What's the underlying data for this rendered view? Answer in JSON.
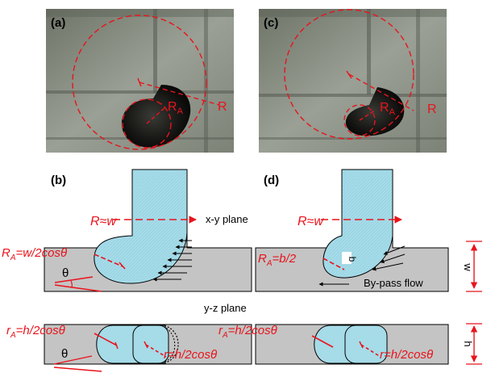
{
  "panels": {
    "a": {
      "label": "(a)"
    },
    "b": {
      "label": "(b)"
    },
    "c": {
      "label": "(c)"
    },
    "d": {
      "label": "(d)"
    }
  },
  "photo_annotations": {
    "a": {
      "r_a_main": "R",
      "r_a_sub": "A",
      "r": "R"
    },
    "c": {
      "r_a_main": "R",
      "r_a_sub": "A",
      "r": "R"
    }
  },
  "xy_view": {
    "plane_label": "x-y plane",
    "b": {
      "radius_eq": "R≈w",
      "ra_main": "R",
      "ra_sub": "A",
      "ra_rest": "=w/2cosθ",
      "theta": "θ"
    },
    "d": {
      "radius_eq": "R≈w",
      "ra_main": "R",
      "ra_sub": "A",
      "ra_rest": "=b/2",
      "b_label": "b",
      "bypass": "By-pass flow",
      "width_label": "w"
    }
  },
  "yz_view": {
    "plane_label": "y-z plane",
    "b": {
      "ra_main": "r",
      "ra_sub": "A",
      "ra_rest": "=h/2cosθ",
      "theta": "θ",
      "r_eq": "r=h/2cosθ"
    },
    "d": {
      "ra_main": "r",
      "ra_sub": "A",
      "ra_rest": "=h/2cosθ",
      "r_eq": "r=h/2cosθ",
      "height_label": "h"
    }
  },
  "colors": {
    "annotation": "#e8141c",
    "fluid": "#a6dbe8",
    "channel": "#c4c4c4",
    "photo_bg": "#8a8f84"
  }
}
